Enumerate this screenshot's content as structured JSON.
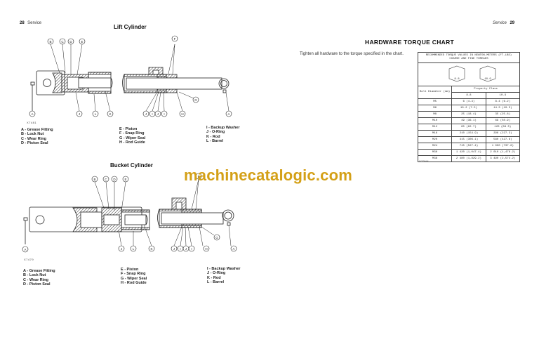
{
  "left_page": {
    "page_number": "28",
    "header": "Service",
    "lift_cylinder": {
      "title": "Lift Cylinder",
      "figure_code": "X7481",
      "callouts_top": [
        "B",
        "C",
        "D",
        "E",
        "F"
      ],
      "callouts_bottom": [
        "A",
        "J",
        "L",
        "K",
        "J",
        "I",
        "J",
        "I",
        "H",
        "G",
        "A"
      ],
      "legend": [
        [
          "A - Grease Fitting",
          "B - Lock Nut",
          "C - Wear Ring",
          "D - Piston Seal"
        ],
        [
          "E - Piston",
          "F - Snap Ring",
          "G - Wiper Seal",
          "H - Rod Guide"
        ],
        [
          "I - Backup Washer",
          "J - O-Ring",
          "K - Rod",
          "L - Barrel"
        ]
      ]
    },
    "bucket_cylinder": {
      "title": "Bucket Cylinder",
      "figure_code": "X7479",
      "callouts_top": [
        "B",
        "C",
        "D",
        "E",
        "F"
      ],
      "callouts_bottom": [
        "A",
        "J",
        "L",
        "K",
        "J",
        "I",
        "J",
        "I",
        "H",
        "G",
        "A"
      ],
      "legend": [
        [
          "A - Grease Fitting",
          "B - Lock Nut",
          "C - Wear Ring",
          "D - Piston Seal"
        ],
        [
          "E - Piston",
          "F - Snap Ring",
          "G - Wiper Seal",
          "H - Rod Guide"
        ],
        [
          "I - Backup Washer",
          "J - O-Ring",
          "K - Rod",
          "L - Barrel"
        ]
      ]
    }
  },
  "right_page": {
    "page_number": "29",
    "header": "Service",
    "title": "HARDWARE TORQUE CHART",
    "intro": "Tighten all hardware to the torque specified in the chart.",
    "figure_code": "X7344",
    "table": {
      "caption_line1": "RECOMMENDED TORQUE VALUES IN NEWTON-METERS (FT-LBS)",
      "caption_line2": "COARSE AND FINE THREADS",
      "bolt_labels": [
        "8.8",
        "10.9"
      ],
      "col_header_bolt": "Bolt Diameter (mm)",
      "col_header_class": "Property Class",
      "classes": [
        "8.8",
        "10.9"
      ],
      "rows": [
        {
          "size": "M5",
          "c88": "6 (4.4)",
          "c109": "8.4 (6.2)"
        },
        {
          "size": "M6",
          "c88": "10.2 (7.5)",
          "c109": "14.3 (10.5)"
        },
        {
          "size": "M8",
          "c88": "25 (18.4)",
          "c109": "35 (25.8)"
        },
        {
          "size": "M10",
          "c88": "49 (36.1)",
          "c109": "69 (50.9)"
        },
        {
          "size": "M12",
          "c88": "85 (62.7)",
          "c109": "120 (88.5)"
        },
        {
          "size": "M16",
          "c88": "210 (154.9)",
          "c109": "296 (227.3)"
        },
        {
          "size": "M20",
          "c88": "415 (306.1)",
          "c109": "580 (427.8)"
        },
        {
          "size": "M24",
          "c88": "715 (527.4)",
          "c109": "1 000 (737.6)"
        },
        {
          "size": "M30",
          "c88": "1 420 (1,047.4)",
          "c109": "2 010 (1,476.2)"
        },
        {
          "size": "M36",
          "c88": "2 480 (1,829.2)",
          "c109": "3 490 (2,574.2)"
        }
      ]
    }
  },
  "watermark": "machinecatalogic.com",
  "colors": {
    "watermark": "#d4a017",
    "ink": "#111111"
  }
}
